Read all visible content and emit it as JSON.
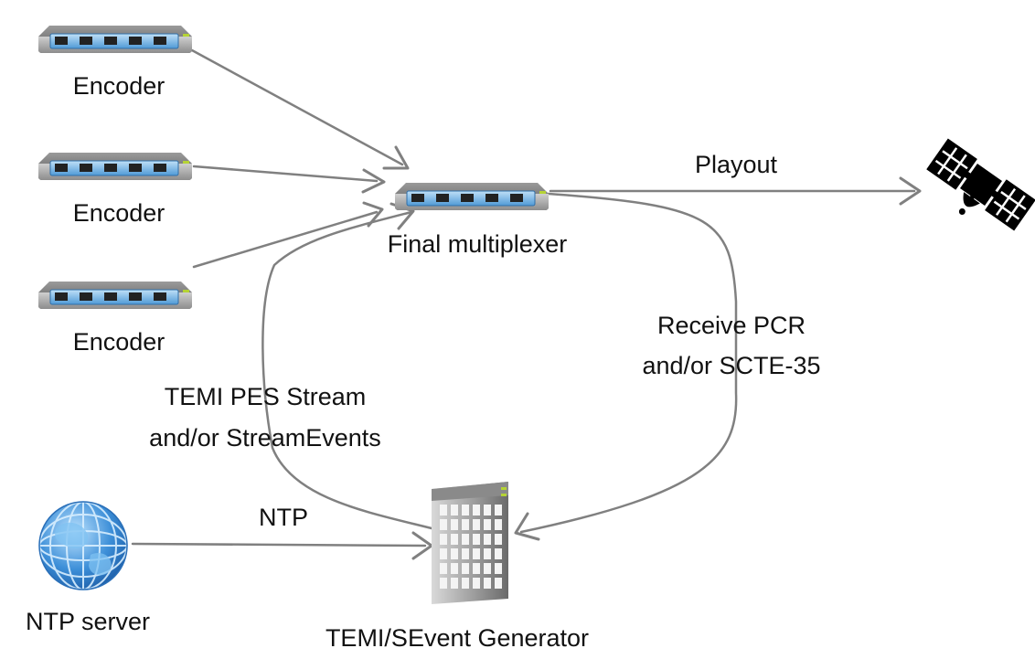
{
  "nodes": {
    "encoder_1": {
      "label": "Encoder",
      "icon": "network-switch-icon"
    },
    "encoder_2": {
      "label": "Encoder",
      "icon": "network-switch-icon"
    },
    "encoder_3": {
      "label": "Encoder",
      "icon": "network-switch-icon"
    },
    "multiplexer": {
      "label": "Final multiplexer",
      "icon": "network-switch-icon"
    },
    "satellite": {
      "label": "",
      "icon": "satellite-icon"
    },
    "ntp_server": {
      "label": "NTP server",
      "icon": "globe-icon"
    },
    "generator": {
      "label": "TEMI/SEvent Generator",
      "icon": "server-tower-icon"
    }
  },
  "edges": {
    "encoder_1_to_mux": {
      "label": ""
    },
    "encoder_2_to_mux": {
      "label": ""
    },
    "encoder_3_to_mux": {
      "label": ""
    },
    "mux_to_satellite": {
      "label": "Playout"
    },
    "mux_to_generator": {
      "label_line1": "Receive PCR",
      "label_line2": "and/or SCTE-35"
    },
    "generator_to_mux": {
      "label_line1": "TEMI PES Stream",
      "label_line2": "and/or StreamEvents"
    },
    "ntp_to_generator": {
      "label": "NTP"
    }
  },
  "colors": {
    "arrow": "#808080",
    "switch_body": "#6e6e6e",
    "switch_panel": "#4f9ad6",
    "switch_led": "#b5d334",
    "globe": "#3d8fd8",
    "satellite": "#000000"
  }
}
